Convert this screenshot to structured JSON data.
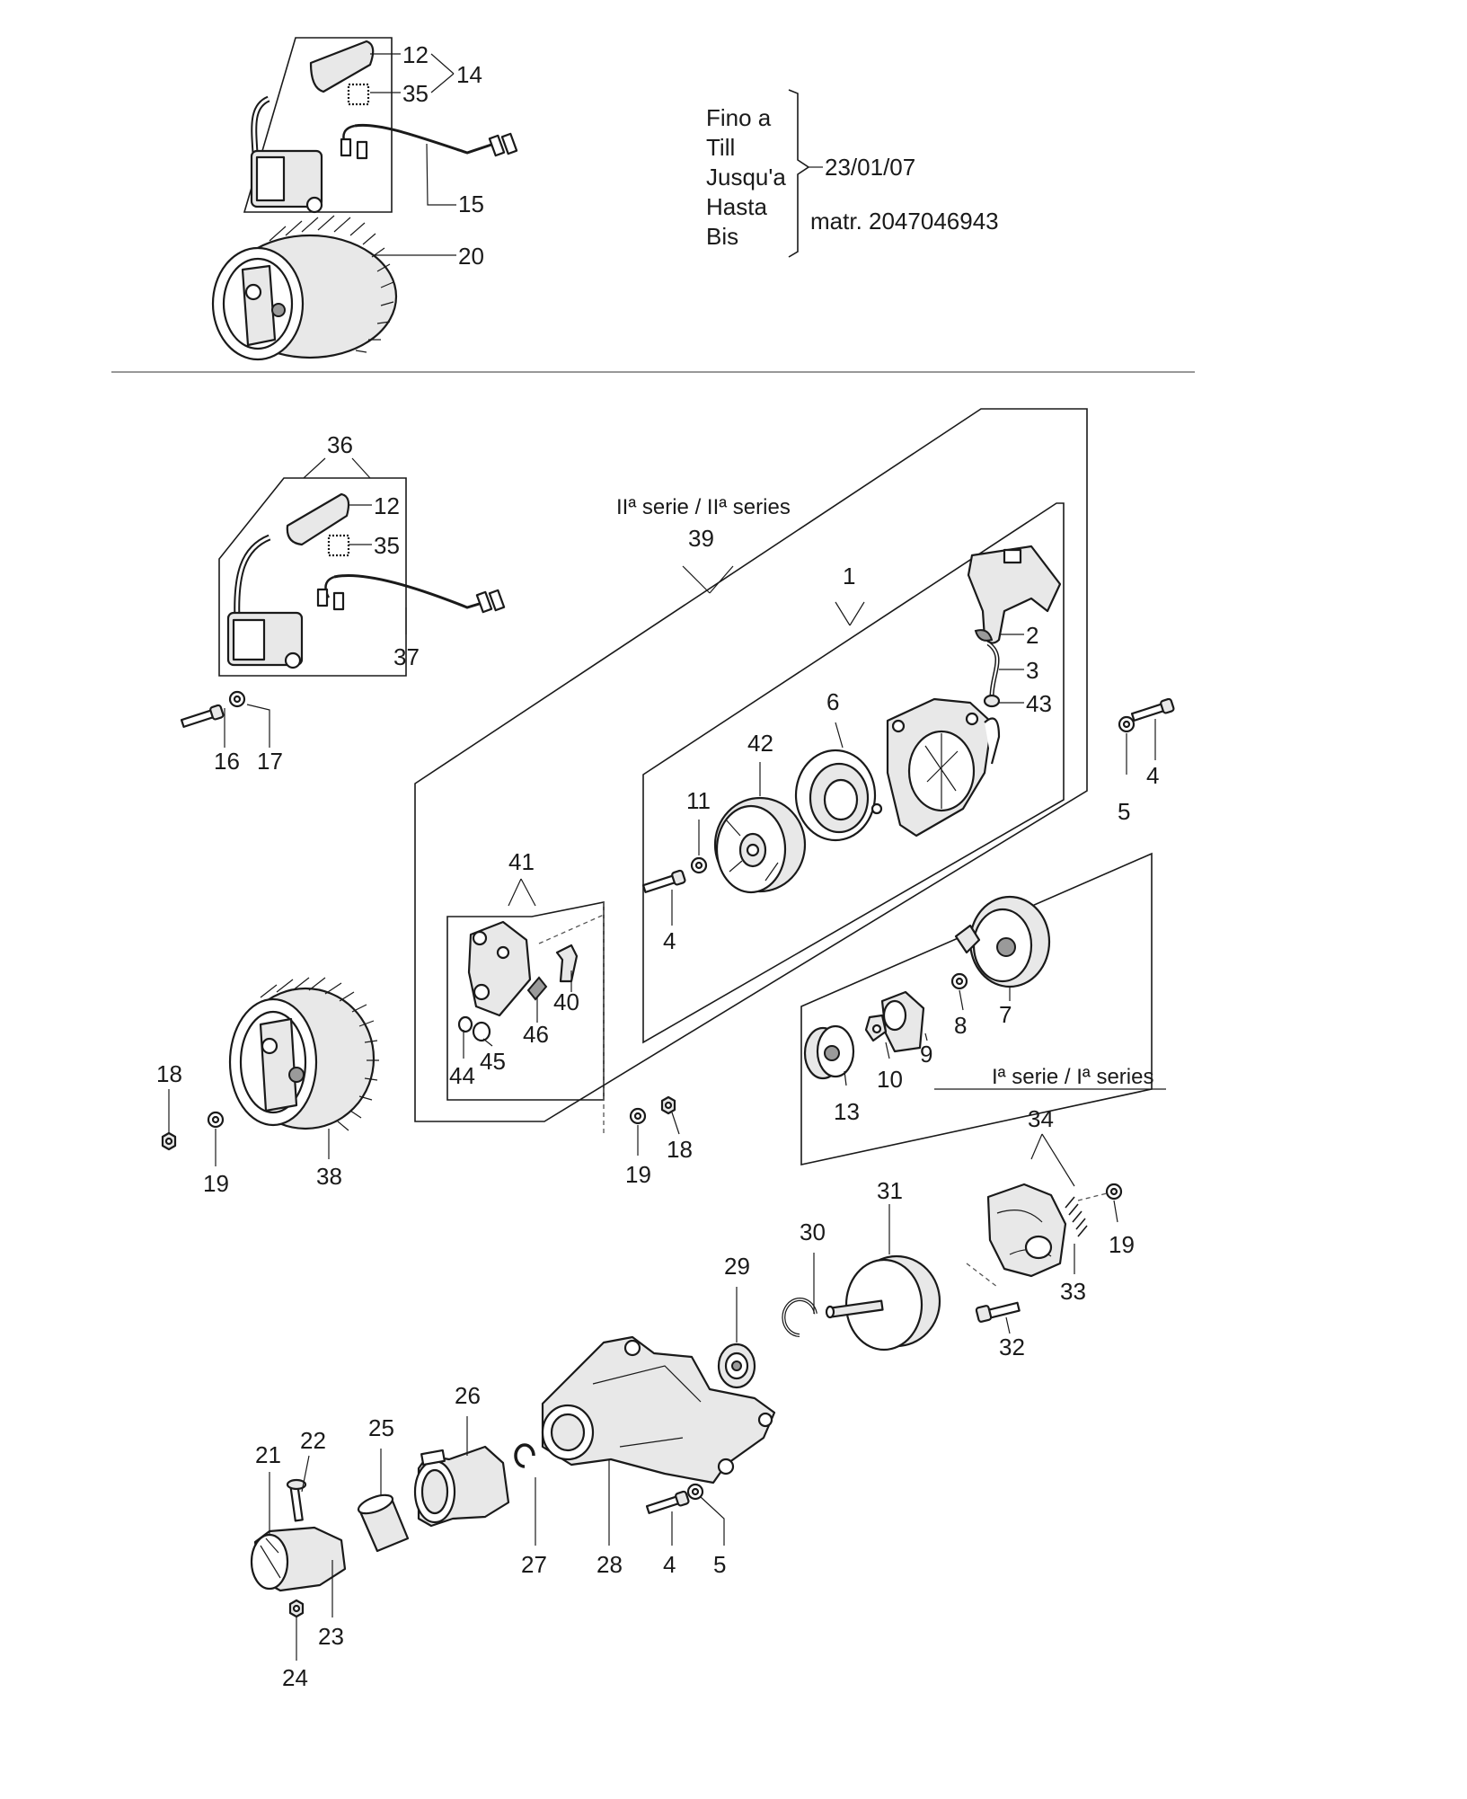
{
  "note": {
    "lines": [
      "Fino a",
      "Till",
      "Jusqu'a",
      "Hasta",
      "Bis"
    ],
    "date": "23/01/07",
    "serial": "matr. 2047046943"
  },
  "series": {
    "second": "IIª serie / IIª series",
    "first": "Iª serie /  Iª series"
  },
  "callouts": {
    "c12a": "12",
    "c35a": "35",
    "c14": "14",
    "c15": "15",
    "c20": "20",
    "c36": "36",
    "c12b": "12",
    "c35b": "35",
    "c37": "37",
    "c16": "16",
    "c17": "17",
    "c39": "39",
    "c1": "1",
    "c2": "2",
    "c3": "3",
    "c43": "43",
    "c6": "6",
    "c42": "42",
    "c11": "11",
    "c4a": "4",
    "c4b": "4",
    "c5a": "5",
    "c41": "41",
    "c40": "40",
    "c46": "46",
    "c45": "45",
    "c44": "44",
    "c7": "7",
    "c8": "8",
    "c9": "9",
    "c10": "10",
    "c13": "13",
    "c18a": "18",
    "c19a": "19",
    "c38": "38",
    "c19b": "19",
    "c18b": "18",
    "c34": "34",
    "c19c": "19",
    "c33": "33",
    "c32": "32",
    "c31": "31",
    "c30": "30",
    "c29": "29",
    "c26": "26",
    "c25": "25",
    "c22": "22",
    "c21": "21",
    "c27": "27",
    "c28": "28",
    "c4c": "4",
    "c5b": "5",
    "c23": "23",
    "c24": "24"
  }
}
